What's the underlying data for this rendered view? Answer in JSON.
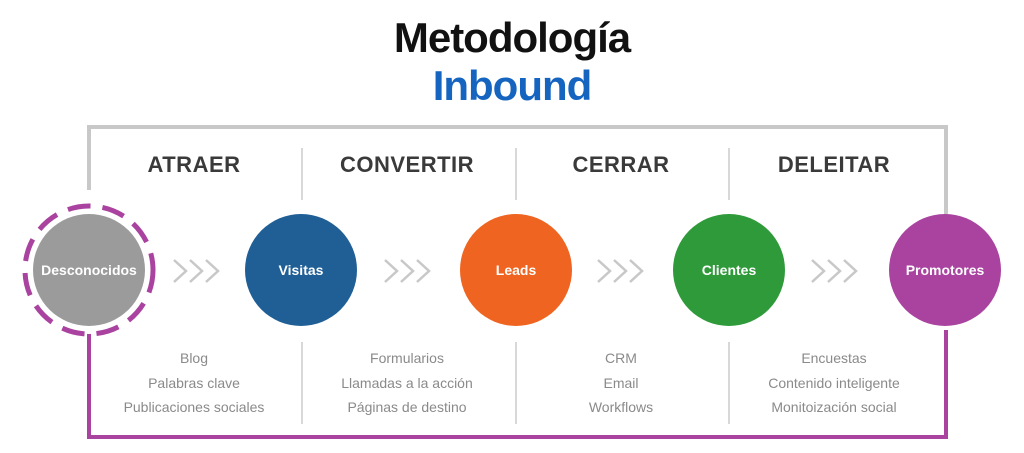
{
  "title": {
    "line1": "Metodología",
    "line2": "Inbound"
  },
  "stages": [
    {
      "name": "ATRAER",
      "tools": [
        "Blog",
        "Palabras clave",
        "Publicaciones sociales"
      ]
    },
    {
      "name": "CONVERTIR",
      "tools": [
        "Formularios",
        "Llamadas a la acción",
        "Páginas de destino"
      ]
    },
    {
      "name": "CERRAR",
      "tools": [
        "CRM",
        "Email",
        "Workflows"
      ]
    },
    {
      "name": "DELEITAR",
      "tools": [
        "Encuestas",
        "Contenido inteligente",
        "Monitoización social"
      ]
    }
  ],
  "nodes": [
    {
      "label": "Desconocidos",
      "color": "#9b9b9b"
    },
    {
      "label": "Visitas",
      "color": "#1f5f96"
    },
    {
      "label": "Leads",
      "color": "#ef6420"
    },
    {
      "label": "Clientes",
      "color": "#2f9a3a"
    },
    {
      "label": "Promotores",
      "color": "#a9439f"
    }
  ],
  "colors": {
    "top_loop": "#c8c8c8",
    "bottom_loop": "#a9439f",
    "arrows": "#c8c8c8",
    "dashed_ring": "#a9439f"
  }
}
